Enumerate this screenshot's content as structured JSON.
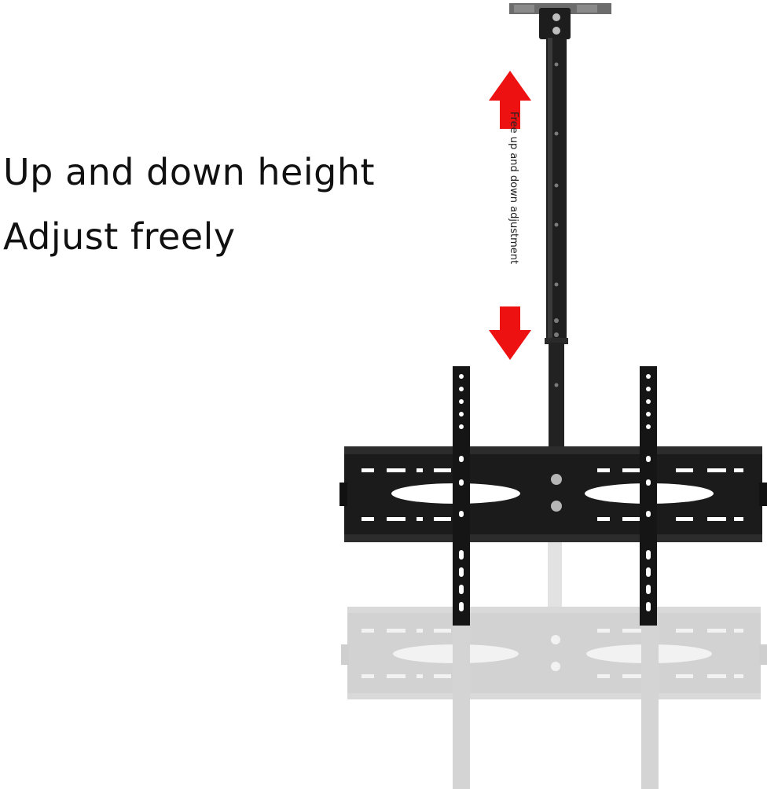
{
  "headline": {
    "line1": "Up and down height",
    "line2": "Adjust freely"
  },
  "annotation": {
    "vertical_label": "Free up and down adjustment"
  },
  "icons": {
    "up_arrow": "arrow-up-icon",
    "down_arrow": "arrow-down-icon"
  },
  "colors": {
    "arrow": "#ee1111",
    "mount_metal": "#1c1c1c",
    "ghost_mount": "#d6d6d6",
    "text": "#111111"
  }
}
